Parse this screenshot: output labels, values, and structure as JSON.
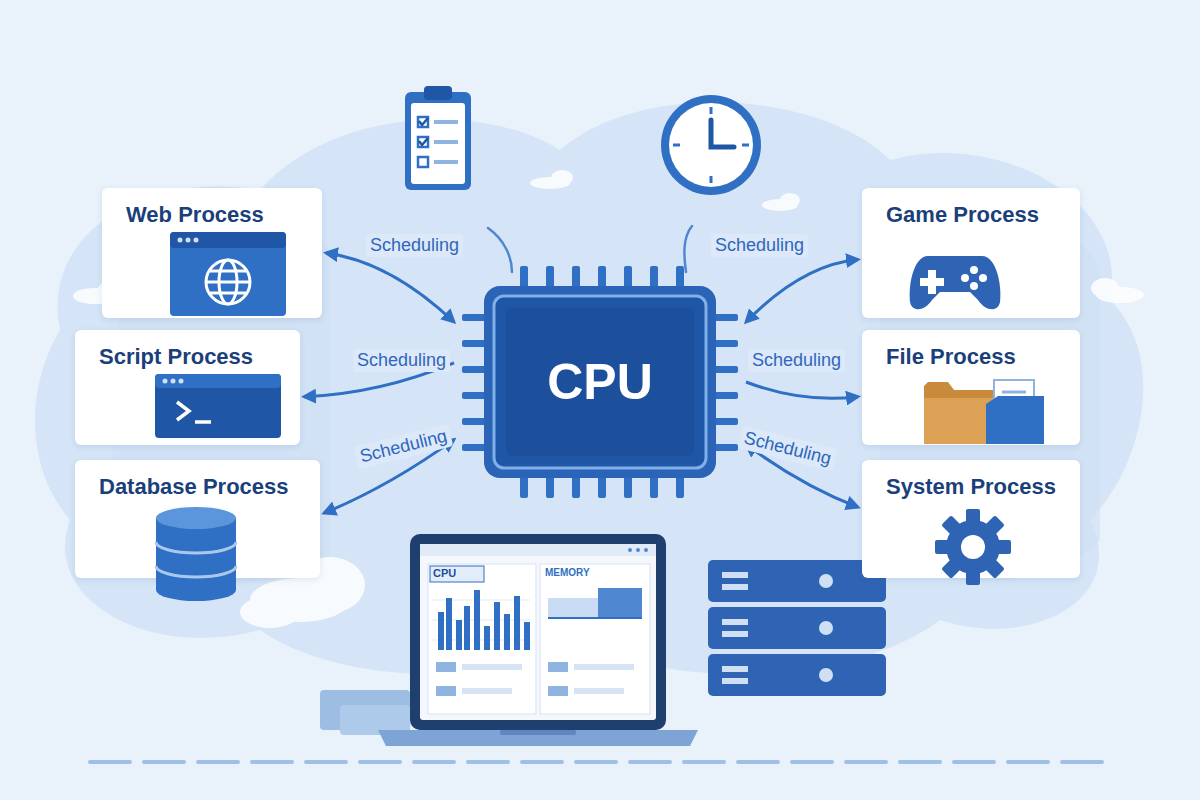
{
  "diagram": {
    "nodes": [
      {
        "text": [
          "Web Process"
        ]
      },
      {
        "text": [
          "Game Process"
        ]
      },
      {
        "text": [
          "Script Process"
        ]
      },
      {
        "text": [
          "CPU"
        ]
      },
      {
        "text": [
          "File Process"
        ]
      },
      {
        "text": [
          "Database Process"
        ]
      },
      {
        "text": [
          "System Process"
        ]
      }
    ],
    "edges": [
      {
        "from": 0,
        "to": 3,
        "label": "Scheduling",
        "arrow": "both"
      },
      {
        "from": 3,
        "to": 2,
        "label": "Scheduling",
        "arrow": "to"
      },
      {
        "from": 5,
        "to": 3,
        "label": "Scheduling",
        "arrow": "both"
      },
      {
        "from": 1,
        "to": 3,
        "label": "Scheduling",
        "arrow": "both"
      },
      {
        "from": 3,
        "to": 4,
        "label": "Scheduling",
        "arrow": "to"
      },
      {
        "from": 6,
        "to": 3,
        "label": "Scheduling",
        "arrow": "both"
      }
    ],
    "labels": [
      "CPU",
      "MEMORY"
    ]
  }
}
